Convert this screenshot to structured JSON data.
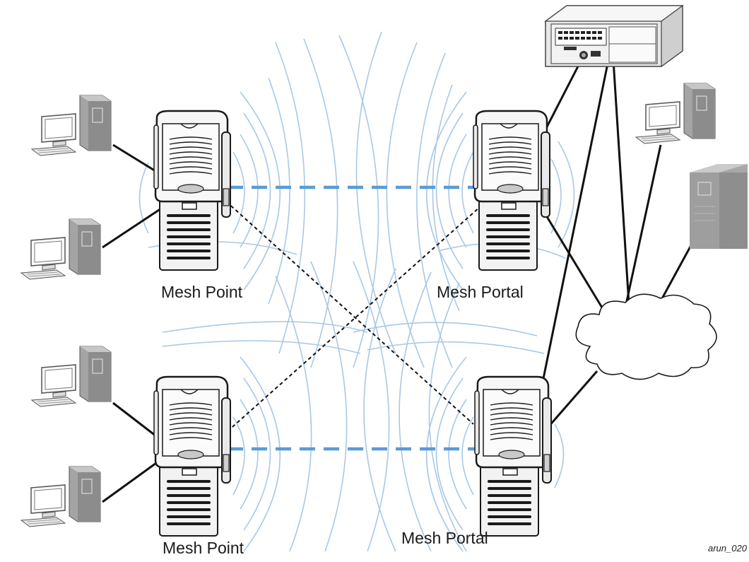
{
  "diagram": {
    "labels": {
      "mesh_point_top": "Mesh Point",
      "mesh_portal_top": "Mesh Portal",
      "mesh_point_bottom": "Mesh Point",
      "mesh_portal_bottom": "Mesh Portal"
    },
    "caption": "arun_020",
    "nodes": [
      {
        "id": "ap-mesh-point-top",
        "type": "access-point",
        "role": "Mesh Point"
      },
      {
        "id": "ap-mesh-portal-top",
        "type": "access-point",
        "role": "Mesh Portal"
      },
      {
        "id": "ap-mesh-point-bottom",
        "type": "access-point",
        "role": "Mesh Point"
      },
      {
        "id": "ap-mesh-portal-bottom",
        "type": "access-point",
        "role": "Mesh Portal"
      },
      {
        "id": "controller",
        "type": "server-chassis"
      },
      {
        "id": "network-cloud",
        "type": "cloud"
      }
    ],
    "colors": {
      "radio_wave": "#a9c8e4",
      "mesh_link": "#5b9bd5",
      "cross_link": "#111111",
      "wired_link": "#111111",
      "device_body": "#f4f4f4",
      "tower_gray": "#9a9a9a"
    }
  }
}
